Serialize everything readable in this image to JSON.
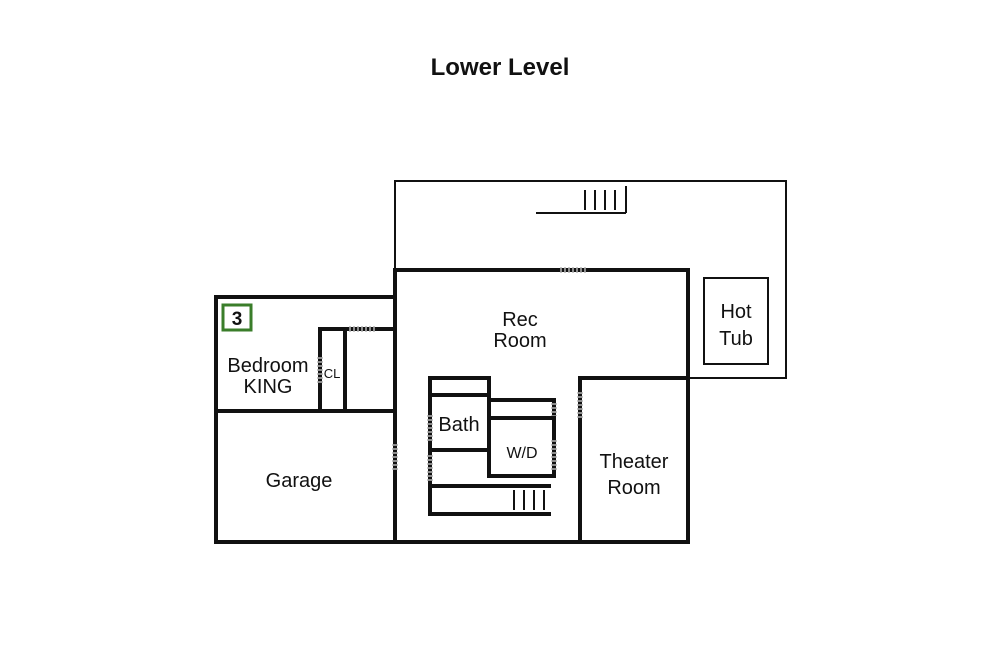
{
  "plan": {
    "title": "Lower Level",
    "badge": {
      "number": "3",
      "color": "#3a7d2a"
    },
    "rooms": {
      "rec_line1": "Rec",
      "rec_line2": "Room",
      "bedroom_line1": "Bedroom",
      "bedroom_line2": "KING",
      "closet": "CL",
      "garage": "Garage",
      "bath": "Bath",
      "laundry": "W/D",
      "theater_line1": "Theater",
      "theater_line2": "Room",
      "hottub_line1": "Hot",
      "hottub_line2": "Tub"
    },
    "colors": {
      "wall": "#111111",
      "door": "#8c8c8c"
    }
  }
}
